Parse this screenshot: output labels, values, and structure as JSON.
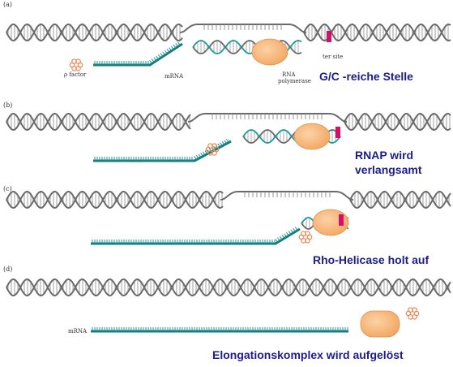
{
  "colors": {
    "dna_strand": "#6a6a6a",
    "dna_rung": "#8a8a8a",
    "rna": "#1f9a9a",
    "rna_dark": "#167a7a",
    "polymerase": "#f5b06a",
    "polymerase_edge": "#e0904a",
    "ter_site": "#d0106a",
    "rho": "#e88a5a",
    "caption": "#1c1c8c"
  },
  "icons": {
    "rho_factor": "rho-factor-hexamer-icon",
    "polymerase": "rna-polymerase-blob-icon",
    "ter_site": "termination-site-mark-icon"
  },
  "panels": [
    {
      "letter": "(a)",
      "rho_label": "ρ factor",
      "mrna_label": "mRNA",
      "polymerase_label_1": "RNA",
      "polymerase_label_2": "polymerase",
      "ter_label": "ter site",
      "caption": "G/C -reiche Stelle"
    },
    {
      "letter": "(b)",
      "caption_line_1": "RNAP wird",
      "caption_line_2": "verlangsamt"
    },
    {
      "letter": "(c)",
      "caption": "Rho-Helicase holt auf"
    },
    {
      "letter": "(d)",
      "mrna_label": "mRNA",
      "caption": "Elongationskomplex wird aufgelöst"
    }
  ]
}
